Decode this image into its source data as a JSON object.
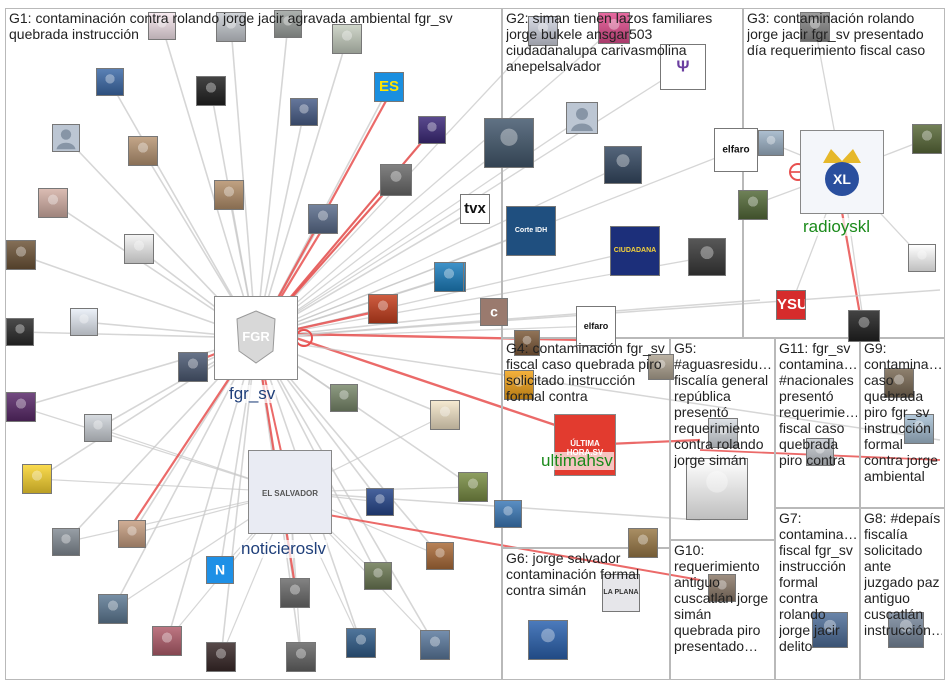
{
  "groups": [
    {
      "id": "G1",
      "label": "G1: contaminación contra rolando jorge jacir agravada ambiental fgr_sv quebrada instrucción"
    },
    {
      "id": "G2",
      "label": "G2: siman tienen lazos familiares jorge bukele ansgar503 ciudadanalupa carivasmolina anepelsalvador"
    },
    {
      "id": "G3",
      "label": "G3: contaminación rolando jorge jacir fgr_sv presentado día requerimiento fiscal caso"
    },
    {
      "id": "G4",
      "label": "G4: contaminación fgr_sv fiscal caso quebrada piro solicitado instrucción formal contra"
    },
    {
      "id": "G5",
      "label": "G5: #aguasresidu… fiscalía general república presentó requerimiento contra rolando jorge simán"
    },
    {
      "id": "G11",
      "label": "G11: fgr_sv contamina… #nacionales presentó requerimie… fiscal caso quebrada piro contra"
    },
    {
      "id": "G9",
      "label": "G9: contamina… caso quebrada piro fgr_sv instrucción formal contra jorge ambiental"
    },
    {
      "id": "G6",
      "label": "G6: jorge salvador contaminación formal contra simán"
    },
    {
      "id": "G10",
      "label": "G10: requerimiento antiguo cuscatlán jorge simán quebrada piro presentado…"
    },
    {
      "id": "G7",
      "label": "G7: contamina… fiscal fgr_sv instrucción formal contra rolando jorge jacir delito"
    },
    {
      "id": "G8",
      "label": "G8: #depaís fiscalía solicitado ante juzgado paz antiguo cuscatlán instrucción…"
    }
  ],
  "hubs": {
    "fgr_sv": {
      "label": "fgr_sv",
      "logo_text": "FGR",
      "color": "#1f3f7a"
    },
    "noticieroslv": {
      "label": "noticieroslv",
      "logo_text": "EL SALVADOR",
      "color": "#1f3f7a"
    },
    "radioyskl": {
      "label": "radioyskl",
      "logo_text": "XL",
      "color": "#1a8a1a"
    },
    "ultimahsv": {
      "label": "ultimahsv",
      "logo_text": "ÚLTIMA HORA.SV",
      "color": "#1a8a1a"
    }
  },
  "node_texts": {
    "es": "ES",
    "elfaro": "elfaro",
    "tvx": "tvx",
    "corteidh": "Corte IDH",
    "ciudadana": "CIUDADANA",
    "c": "c",
    "n": "N",
    "ysu": "YSU",
    "laplana": "LA PLANA",
    "psi": "Ψ"
  },
  "colors": {
    "edge_gray": "#c8c8c8",
    "edge_red": "#e8504f",
    "group_border": "#b9b9b9",
    "label_blue": "#1f3f7a",
    "label_green": "#1a8a1a"
  }
}
